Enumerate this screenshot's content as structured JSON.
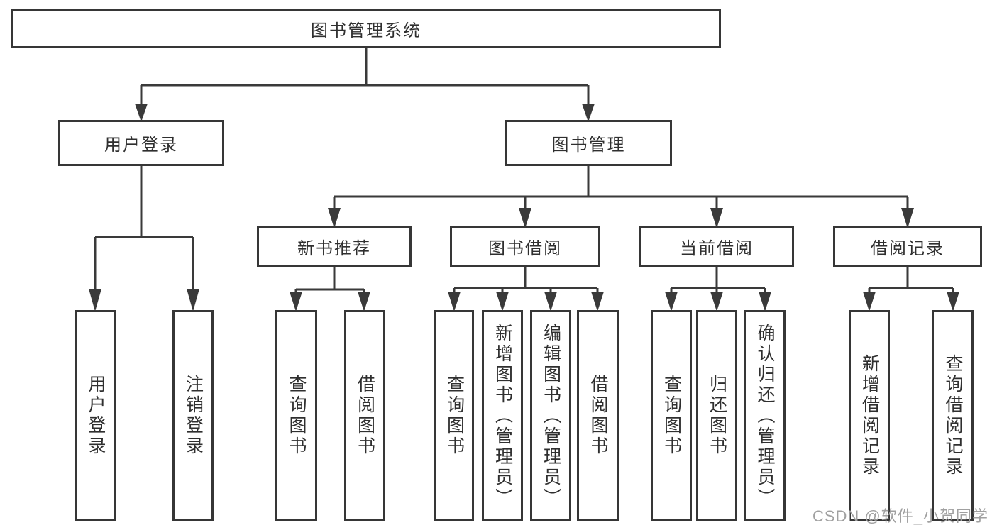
{
  "colors": {
    "background": "#ffffff",
    "box_border": "#363636",
    "connector_line": "#3a3a3a",
    "text": "#2f2f2f",
    "watermark": "#a0a0a0"
  },
  "tree": {
    "label": "图书管理系统",
    "children": [
      {
        "label": "用户登录",
        "children": [
          {
            "label": "用户登录"
          },
          {
            "label": "注销登录"
          }
        ]
      },
      {
        "label": "图书管理",
        "children": [
          {
            "label": "新书推荐",
            "children": [
              {
                "label": "查询图书"
              },
              {
                "label": "借阅图书"
              }
            ]
          },
          {
            "label": "图书借阅",
            "children": [
              {
                "label": "查询图书"
              },
              {
                "label": "新增图书（管理员）"
              },
              {
                "label": "编辑图书（管理员）"
              },
              {
                "label": "借阅图书"
              }
            ]
          },
          {
            "label": "当前借阅",
            "children": [
              {
                "label": "查询图书"
              },
              {
                "label": "归还图书"
              },
              {
                "label": "确认归还（管理员）"
              }
            ]
          },
          {
            "label": "借阅记录",
            "children": [
              {
                "label": "新增借阅记录"
              },
              {
                "label": "查询借阅记录"
              }
            ]
          }
        ]
      }
    ]
  },
  "watermark": {
    "text": "CSDN @软件_小贺同学"
  }
}
